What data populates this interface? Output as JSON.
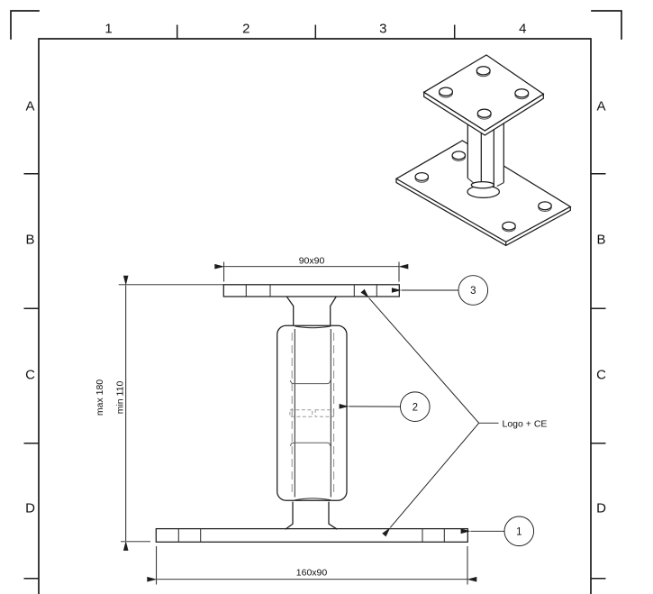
{
  "grid": {
    "columns": [
      "1",
      "2",
      "3",
      "4"
    ],
    "rows": [
      "A",
      "B",
      "C",
      "D"
    ]
  },
  "dimensions": {
    "top_plate": "90x90",
    "base_plate": "160x90",
    "height_max": "max 180",
    "height_min": "min 110"
  },
  "labels": {
    "logo_ce": "Logo + CE"
  },
  "balloons": {
    "base_plate": "1",
    "nut": "2",
    "top_plate": "3"
  },
  "colors": {
    "line": "#1c1c1c",
    "hidden_line": "#8e8e8e",
    "background": "#ffffff"
  }
}
